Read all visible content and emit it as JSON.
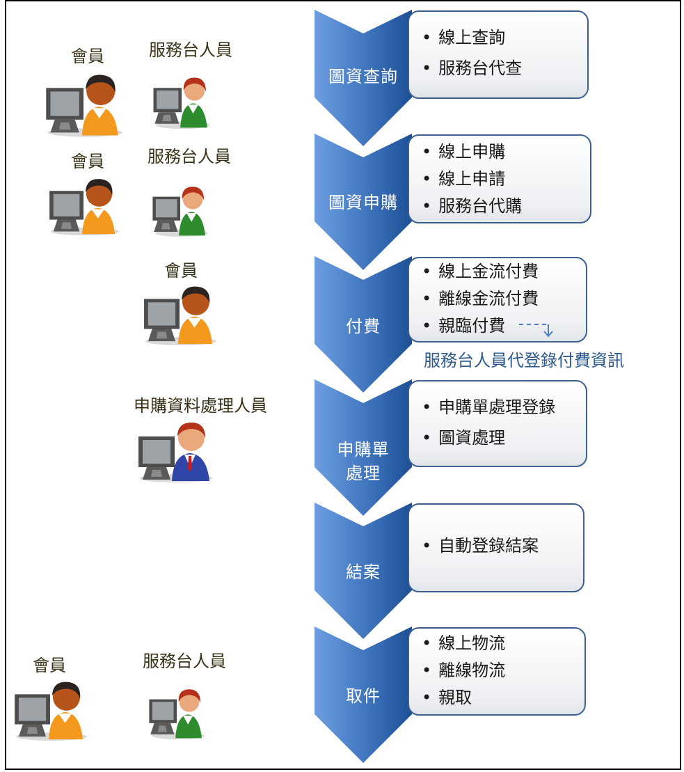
{
  "steps": [
    {
      "label": "圖資查詢",
      "items": [
        "線上查詢",
        "服務台代查"
      ]
    },
    {
      "label": "圖資申購",
      "items": [
        "線上申購",
        "線上申請",
        "服務台代購"
      ]
    },
    {
      "label": "付費",
      "items": [
        "線上金流付費",
        "離線金流付費",
        "親臨付費"
      ]
    },
    {
      "label": "申購單\n處理",
      "items": [
        "申購單處理登錄",
        "圖資處理"
      ]
    },
    {
      "label": "結案",
      "items": [
        "自動登錄結案"
      ]
    },
    {
      "label": "取件",
      "items": [
        "線上物流",
        "離線物流",
        "親取"
      ]
    }
  ],
  "roles": {
    "member": "會員",
    "service_desk": "服務台人員",
    "processor": "申購資料處理人員"
  },
  "note": "服務台人員代登錄付費資訊",
  "colors": {
    "arrow_light": "#5b8fd4",
    "arrow_dark": "#1d4f94",
    "box_border": "#3b5f91",
    "note_text": "#2c5a8f"
  }
}
